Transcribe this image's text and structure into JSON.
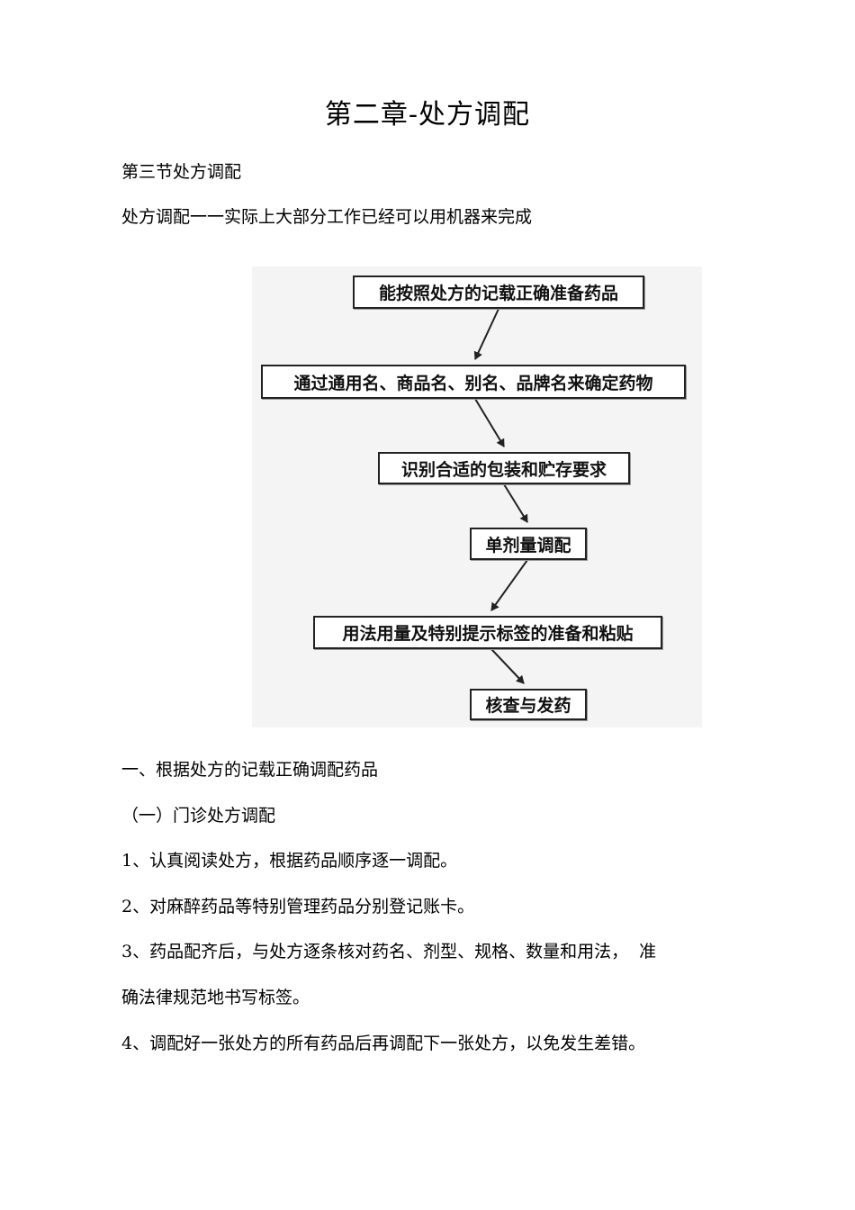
{
  "title": "第二章-处方调配",
  "section": "第三节处方调配",
  "intro": "处方调配一一实际上大部分工作已经可以用机器来完成",
  "flowchart": {
    "steps": [
      "能按照处方的记载正确准备药品",
      "通过通用名、商品名、别名、品牌名来确定药物",
      "识别合适的包装和贮存要求",
      "单剂量调配",
      "用法用量及特别提示标签的准备和粘贴",
      "核查与发药"
    ]
  },
  "body": {
    "heading1": "一、根据处方的记载正确调配药品",
    "heading2": "（一）门诊处方调配",
    "item1": "1、认真阅读处方，根据药品顺序逐一调配。",
    "item2": "2、对麻醉药品等特别管理药品分别登记账卡。",
    "item3_line1": "3、药品配齐后，与处方逐条核对药名、剂型、规格、数量和用法，  准",
    "item3_line2": "确法律规范地书写标签。",
    "item4": "4、调配好一张处方的所有药品后再调配下一张处方，以免发生差错。"
  }
}
